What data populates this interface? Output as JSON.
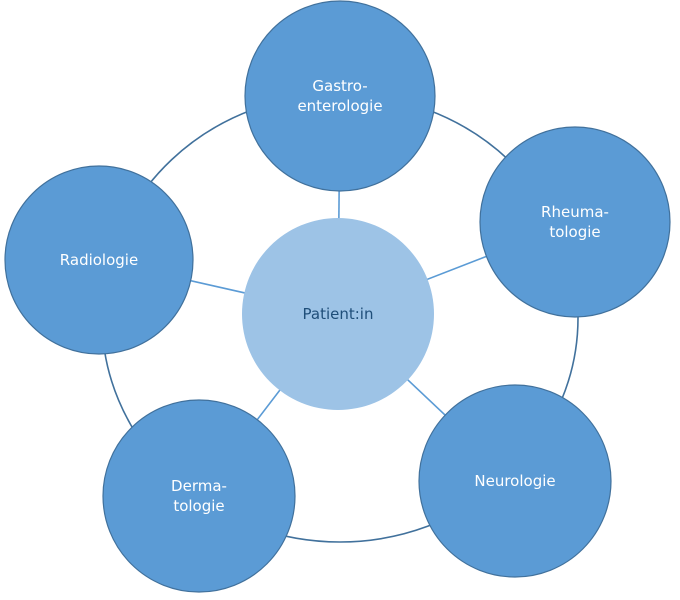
{
  "diagram": {
    "type": "hub-and-spoke cycle",
    "colors": {
      "outer_node_fill": "#5b9bd5",
      "outer_node_stroke": "#41719c",
      "center_node_fill": "#9dc3e6",
      "center_text": "#1f4e79",
      "outer_text": "#ffffff",
      "connector": "#5b9bd5",
      "ring": "#41719c"
    },
    "center": {
      "id": "patient",
      "lines": [
        "Patient:in"
      ]
    },
    "nodes": [
      {
        "id": "gastroenterologie",
        "lines": [
          "Gastro-",
          "enterologie"
        ]
      },
      {
        "id": "rheumatologie",
        "lines": [
          "Rheuma-",
          "tologie"
        ]
      },
      {
        "id": "neurologie",
        "lines": [
          "Neurologie"
        ]
      },
      {
        "id": "dermatologie",
        "lines": [
          "Derma-",
          "tologie"
        ]
      },
      {
        "id": "radiologie",
        "lines": [
          "Radiologie"
        ]
      }
    ]
  }
}
